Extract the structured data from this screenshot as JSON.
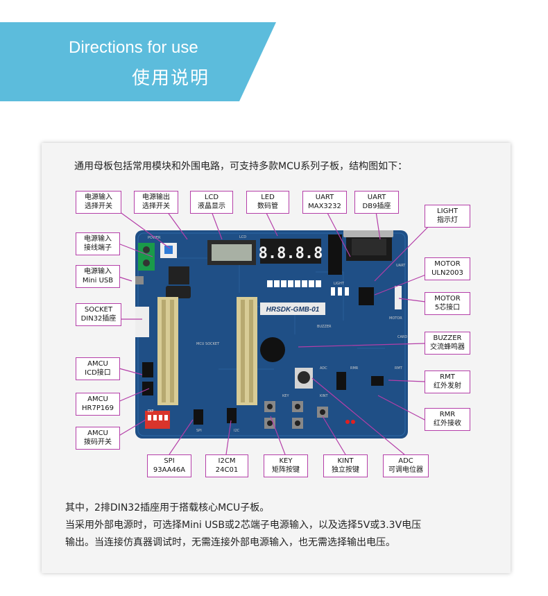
{
  "header": {
    "title_en": "Directions for use",
    "title_zh": "使用说明",
    "color": "#5cbcdc"
  },
  "intro": "通用母板包括常用模块和外围电路，可支持多款MCU系列子板，结构图如下：",
  "board": {
    "title": "HRSDK-GMB-01",
    "display_digits": "8.8.8.8",
    "silkscreen": {
      "power": "POWER",
      "lcd": "LCD",
      "light": "LIGHT",
      "uart": "UART",
      "motor": "MOTOR",
      "buzzer": "BUZZER",
      "card": "CARD",
      "mcu_socket": "MCU SOCKET",
      "adc": "ADC",
      "rmr": "RMR",
      "rmt": "RMT",
      "kint": "KINT",
      "key": "KEY",
      "spi": "SPI",
      "i2c": "I2C",
      "dip": "DIP"
    },
    "colors": {
      "pcb": "#1f4f86",
      "pcb_dark": "#163c68",
      "header": "#d8cc96",
      "dip": "#d9342b"
    }
  },
  "callouts": {
    "power_in_switch": {
      "l1": "电源输入",
      "l2": "选择开关"
    },
    "power_out_switch": {
      "l1": "电源输出",
      "l2": "选择开关"
    },
    "lcd": {
      "l1": "LCD",
      "l2": "液晶显示"
    },
    "led": {
      "l1": "LED",
      "l2": "数码管"
    },
    "uart_max": {
      "l1": "UART",
      "l2": "MAX3232"
    },
    "uart_db9": {
      "l1": "UART",
      "l2": "DB9插座"
    },
    "light": {
      "l1": "LIGHT",
      "l2": "指示灯"
    },
    "power_terminal": {
      "l1": "电源输入",
      "l2": "接线端子"
    },
    "power_usb": {
      "l1": "电源输入",
      "l2": "Mini USB"
    },
    "socket": {
      "l1": "SOCKET",
      "l2": "DIN32插座"
    },
    "motor_uln": {
      "l1": "MOTOR",
      "l2": "ULN2003"
    },
    "motor_port": {
      "l1": "MOTOR",
      "l2": "5芯接口"
    },
    "buzzer": {
      "l1": "BUZZER",
      "l2": "交流蜂鸣器"
    },
    "amcu_icd": {
      "l1": "AMCU",
      "l2": "ICD接口"
    },
    "amcu_hr": {
      "l1": "AMCU",
      "l2": "HR7P169"
    },
    "rmt": {
      "l1": "RMT",
      "l2": "红外发射"
    },
    "rmr": {
      "l1": "RMR",
      "l2": "红外接收"
    },
    "amcu_dip": {
      "l1": "AMCU",
      "l2": "拨码开关"
    },
    "spi": {
      "l1": "SPI",
      "l2": "93AA46A"
    },
    "i2cm": {
      "l1": "I2CM",
      "l2": "24C01"
    },
    "key": {
      "l1": "KEY",
      "l2": "矩阵按键"
    },
    "kint": {
      "l1": "KINT",
      "l2": "独立按键"
    },
    "adc": {
      "l1": "ADC",
      "l2": "可调电位器"
    }
  },
  "footer": {
    "line1": "其中，2排DIN32插座用于搭载核心MCU子板。",
    "line2": "当采用外部电源时，可选择Mini USB或2芯端子电源输入，以及选择5V或3.3V电压",
    "line3": "输出。当连接仿真器调试时，无需连接外部电源输入，也无需选择输出电压。"
  },
  "accent_color": "#b43ea8"
}
